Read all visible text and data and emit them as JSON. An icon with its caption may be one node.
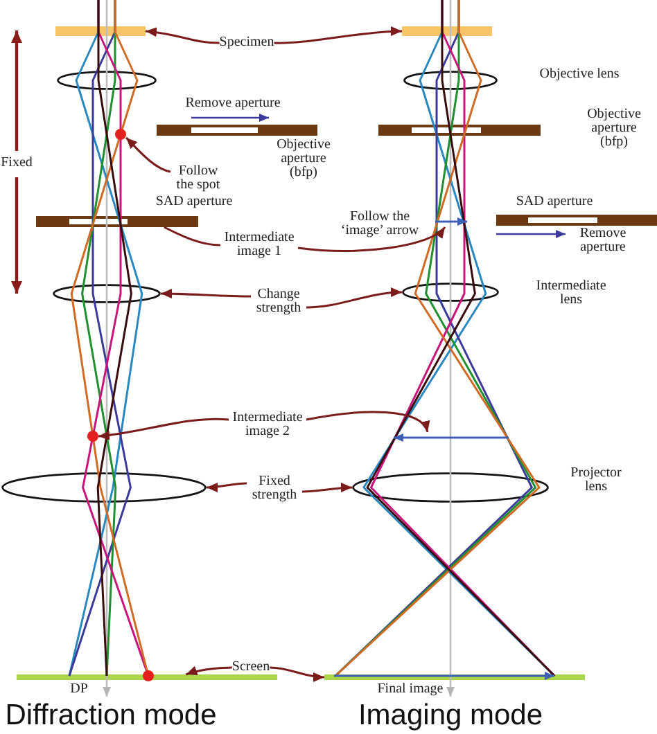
{
  "diagram": {
    "nodes": [
      {
        "text": [
          "Specimen"
        ]
      },
      {
        "text": [],
        "shape": "bar"
      },
      {
        "text": [],
        "shape": "bar"
      },
      {
        "text": [],
        "shape": "ellipse"
      },
      {
        "text": [],
        "shape": "ellipse",
        "beside": [
          "Objective lens"
        ]
      },
      {
        "text": [],
        "shape": "bar",
        "beside": [
          "Remove aperture",
          "Objective aperture (bfp)"
        ]
      },
      {
        "text": [],
        "shape": "bar",
        "beside": [
          "Objective aperture (bfp)"
        ]
      },
      {
        "text": [],
        "shape": "circle"
      },
      {
        "text": [
          "Follow the spot"
        ]
      },
      {
        "text": [],
        "shape": "bar",
        "beside": [
          "SAD aperture"
        ]
      },
      {
        "text": [],
        "shape": "arrow"
      },
      {
        "text": [],
        "shape": "bar",
        "beside": [
          "SAD aperture",
          "Remove aperture"
        ]
      },
      {
        "text": [
          "Intermediate image 1"
        ]
      },
      {
        "text": [],
        "shape": "ellipse"
      },
      {
        "text": [
          "Change strength"
        ]
      },
      {
        "text": [],
        "shape": "ellipse",
        "beside": [
          "Intermediate lens"
        ]
      },
      {
        "text": [
          "Intermediate image 2"
        ]
      },
      {
        "text": [],
        "shape": "circle"
      },
      {
        "text": [],
        "shape": "arrow"
      },
      {
        "text": [],
        "shape": "ellipse"
      },
      {
        "text": [
          "Fixed strength"
        ]
      },
      {
        "text": [],
        "shape": "ellipse",
        "beside": [
          "Projector lens"
        ]
      },
      {
        "text": [
          "Screen"
        ]
      },
      {
        "text": [],
        "shape": "bar",
        "beside": [
          "DP"
        ]
      },
      {
        "text": [],
        "shape": "circle"
      },
      {
        "text": [],
        "shape": "bar",
        "beside": [
          "Final image"
        ]
      },
      {
        "text": [],
        "shape": "arrow"
      }
    ],
    "edges": [
      {
        "from": 0,
        "to": 1,
        "arrow": "to"
      },
      {
        "from": 0,
        "to": 2,
        "arrow": "to"
      },
      {
        "from": 8,
        "to": 7,
        "arrow": "to"
      },
      {
        "from": 12,
        "to": 9,
        "arrow": "none"
      },
      {
        "from": 12,
        "to": 10,
        "arrow": "to",
        "label": "Follow the ‘image’ arrow"
      },
      {
        "from": 14,
        "to": 13,
        "arrow": "to"
      },
      {
        "from": 14,
        "to": 15,
        "arrow": "to"
      },
      {
        "from": 16,
        "to": 17,
        "arrow": "to"
      },
      {
        "from": 16,
        "to": 18,
        "arrow": "to"
      },
      {
        "from": 20,
        "to": 19,
        "arrow": "to"
      },
      {
        "from": 20,
        "to": 21,
        "arrow": "to"
      },
      {
        "from": 22,
        "to": 23,
        "arrow": "to"
      },
      {
        "from": 22,
        "to": 25,
        "arrow": "to"
      }
    ],
    "labels": [
      "Fixed",
      "Diffraction mode",
      "Imaging mode"
    ]
  }
}
